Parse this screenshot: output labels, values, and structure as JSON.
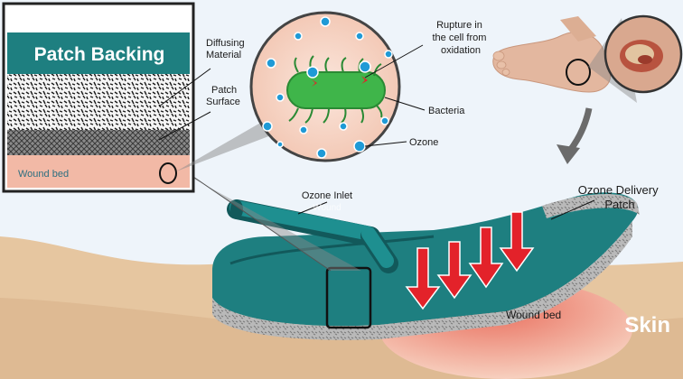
{
  "panel": {
    "title": "Patch Backing",
    "layers": {
      "diffusing_material": "Diffusing Material",
      "patch_surface": "Patch Surface",
      "wound_bed": "Wound bed"
    }
  },
  "micro": {
    "rupture": "Rupture in the cell from oxidation",
    "bacteria": "Bacteria",
    "ozone": "Ozone"
  },
  "device": {
    "inlet": "Ozone Inlet",
    "inlet_ghost": "Wound",
    "patch": "Ozone Delivery Patch",
    "wound_bed": "Wound bed"
  },
  "skin": "Skin",
  "colors": {
    "teal": "#1e7f80",
    "teal_dark": "#12595b",
    "arrow_red": "#e3222a",
    "wound_pink": "#f2b9a6",
    "skin_tan": "#e8c9a2",
    "bacteria_green": "#3fb54a",
    "ozone_blue": "#1f9ad6"
  }
}
